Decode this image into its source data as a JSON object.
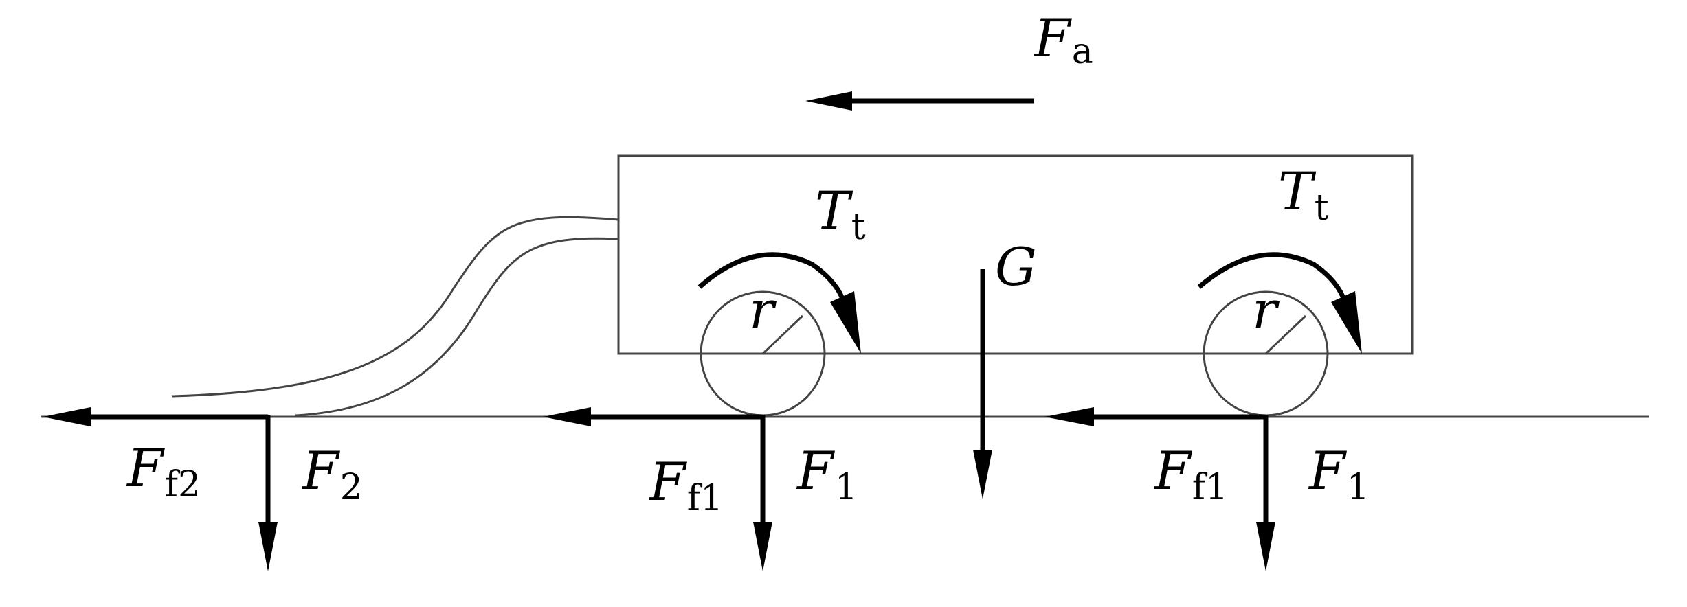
{
  "labels": {
    "fa": {
      "main": "F",
      "sub": "a"
    },
    "tt_front": {
      "main": "T",
      "sub": "t"
    },
    "tt_rear": {
      "main": "T",
      "sub": "t"
    },
    "g": {
      "main": "G",
      "sub": ""
    },
    "r_front": {
      "main": "r",
      "sub": ""
    },
    "r_rear": {
      "main": "r",
      "sub": ""
    },
    "ff2": {
      "main": "F",
      "sub": "f2"
    },
    "f2": {
      "main": "F",
      "sub": "2"
    },
    "ff1_front": {
      "main": "F",
      "sub": "f1"
    },
    "f1_front": {
      "main": "F",
      "sub": "1"
    },
    "ff1_rear": {
      "main": "F",
      "sub": "f1"
    },
    "f1_rear": {
      "main": "F",
      "sub": "1"
    }
  }
}
